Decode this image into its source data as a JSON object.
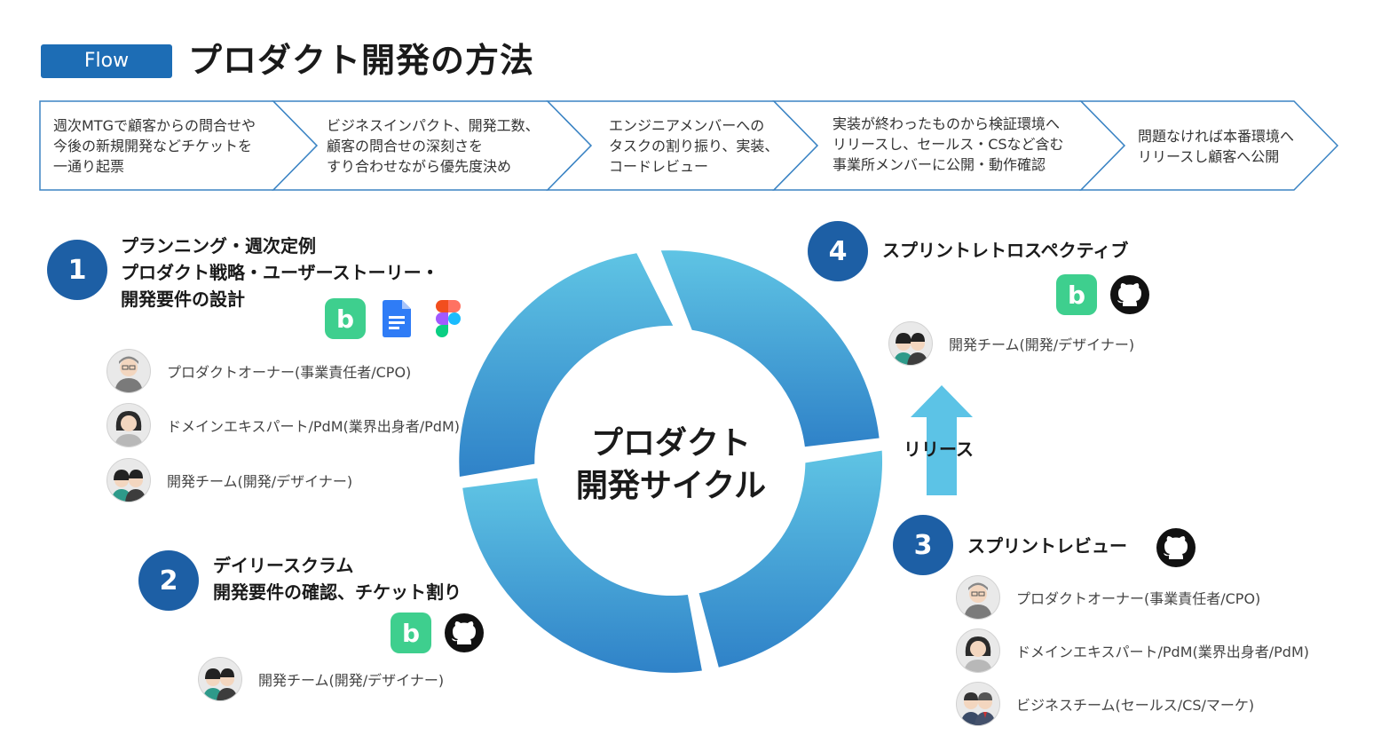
{
  "header": {
    "badge": "Flow",
    "title": "プロダクト開発の方法"
  },
  "steps": [
    {
      "lines": [
        "週次MTGで顧客からの問合せや",
        "今後の新規開発などチケットを",
        "一通り起票"
      ]
    },
    {
      "lines": [
        "ビジネスインパクト、開発工数、",
        "顧客の問合せの深刻さを",
        "すり合わせながら優先度決め"
      ]
    },
    {
      "lines": [
        "エンジニアメンバーへの",
        "タスクの割り振り、実装、",
        "コードレビュー"
      ]
    },
    {
      "lines": [
        "実装が終わったものから検証環境へ",
        "リリースし、セールス・CSなど含む",
        "事業所メンバーに公開・動作確認"
      ]
    },
    {
      "lines": [
        "問題なければ本番環境へ",
        "リリースし顧客へ公開"
      ]
    }
  ],
  "cycle": {
    "line1": "プロダクト",
    "line2": "開発サイクル"
  },
  "release_label": "リリース",
  "phases": {
    "p1": {
      "number": "1",
      "title_lines": [
        "プランニング・週次定例",
        "プロダクト戦略・ユーザーストーリー・",
        "開発要件の設計"
      ],
      "tools": [
        "backlog-icon",
        "google-docs-icon",
        "figma-icon"
      ],
      "members": [
        "プロダクトオーナー(事業責任者/CPO)",
        "ドメインエキスパート/PdM(業界出身者/PdM)",
        "開発チーム(開発/デザイナー)"
      ]
    },
    "p2": {
      "number": "2",
      "title_lines": [
        "デイリースクラム",
        "開発要件の確認、チケット割り"
      ],
      "tools": [
        "backlog-icon",
        "github-icon"
      ],
      "members": [
        "開発チーム(開発/デザイナー)"
      ]
    },
    "p3": {
      "number": "3",
      "title_lines": [
        "スプリントレビュー"
      ],
      "tools": [
        "github-icon"
      ],
      "members": [
        "プロダクトオーナー(事業責任者/CPO)",
        "ドメインエキスパート/PdM(業界出身者/PdM)",
        "ビジネスチーム(セールス/CS/マーケ)"
      ]
    },
    "p4": {
      "number": "4",
      "title_lines": [
        "スプリントレトロスペクティブ"
      ],
      "tools": [
        "backlog-icon",
        "github-icon"
      ],
      "members": [
        "開発チーム(開発/デザイナー)"
      ]
    }
  },
  "colors": {
    "accent": "#1d5fa5",
    "badge": "#1d6db5",
    "ring_light": "#5fc4e4",
    "ring_dark": "#2f82c8",
    "arrow": "#5cc3e6",
    "step_border": "#3b84c4",
    "backlog": "#3ecf8e"
  }
}
